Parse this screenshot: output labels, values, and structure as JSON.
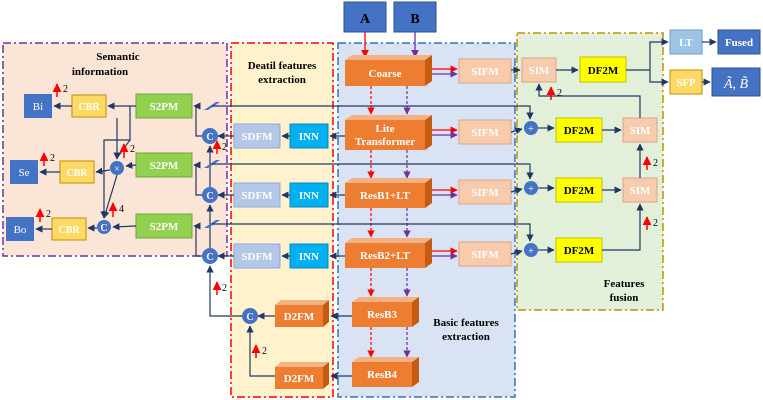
{
  "inputs": {
    "a": "A",
    "b": "B"
  },
  "regions": {
    "semantic": {
      "line1": "Semantic",
      "line2": "information"
    },
    "detail": {
      "line1": "Deatil features",
      "line2": "extraction"
    },
    "basic": {
      "line1": "Basic features",
      "line2": "extraction"
    },
    "fusion": {
      "line1": "Features",
      "line2": "fusion"
    }
  },
  "blocks": {
    "coarse": "Coarse",
    "lite1": "Lite",
    "lite2": "Transformer",
    "resb1": "ResB1+LT",
    "resb2": "ResB2+LT",
    "resb3": "ResB3",
    "resb4": "ResB4",
    "sifm": "SIFM",
    "sim": "SIM",
    "df2m": "DF2M",
    "lt": "LT",
    "sfp": "SFP",
    "fused": "Fused",
    "output_symbols": "Ã, B̃",
    "sdfm": "SDFM",
    "inn": "INN",
    "d2fm": "D2FM",
    "s2pm": "S2PM",
    "cbr": "CBR",
    "bi": "Bi",
    "se": "Se",
    "bo": "Bo"
  },
  "operators": {
    "concat": "C",
    "add": "+",
    "multiply": "×"
  },
  "scale_labels": {
    "two": "2",
    "four": "4"
  },
  "colors": {
    "orange": "#ED7D31",
    "sifm": "#F8CBAD",
    "yellow": "#FFFF00",
    "green": "#92D050",
    "cbr": "#FFD966",
    "blue": "#4472C4",
    "cyan": "#00B0F0",
    "lavender": "#B4C7E7",
    "red_arrow": "#FF0000",
    "purple_arrow": "#7030A0",
    "navy": "#203864"
  }
}
